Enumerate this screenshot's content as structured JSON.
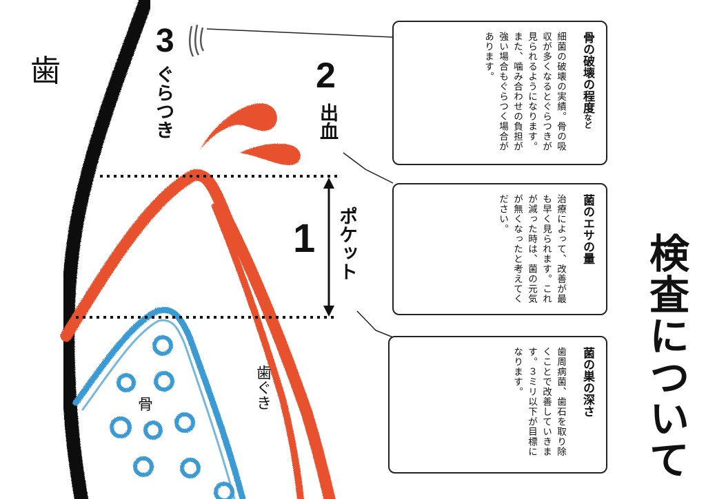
{
  "labels": {
    "tooth": "歯",
    "bone": "骨",
    "gum": "歯ぐき",
    "pocket_num": "1",
    "pocket": "ポケット",
    "bleeding_num": "2",
    "bleeding": "出血",
    "wobble_num": "3",
    "wobble": "ぐらつき",
    "title": "検査について"
  },
  "boxes": [
    {
      "title": "骨の破壊の程度",
      "title_suffix": "など",
      "body": "細菌の破壊の実績。骨の吸収が多くなるとぐらつきが見られるようになります。また、噛み合わせの負担が強い場合もぐらつく場合があります。"
    },
    {
      "title": "菌のエサの量",
      "title_suffix": "",
      "body": "治療によって、改善が最も早く見られます。これが減った時は、菌の元気が無くなったと考えてください。"
    },
    {
      "title": "菌の巣の深さ",
      "title_suffix": "",
      "body": "歯周病菌、歯石を取り除くことで改善していきます。３ミリ以下が目標になります。"
    }
  ],
  "colors": {
    "gum": "#e8512f",
    "bone": "#3a9ad2",
    "tooth": "#111111",
    "box_border": "#222222"
  }
}
